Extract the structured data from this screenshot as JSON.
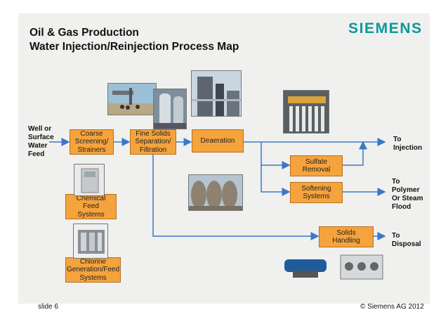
{
  "logo": "SIEMENS",
  "title_line1": "Oil & Gas Production",
  "title_line2": "Water Injection/Reinjection Process Map",
  "source_label": "Well or\nSurface\nWater\nFeed",
  "boxes": {
    "coarse": "Coarse\nScreening/\nStrainers",
    "fine": "Fine Solids\nSeparation/\nFiltration",
    "deaeration": "Deaeration",
    "sulfate": "Sulfate\nRemoval",
    "softening": "Softening\nSystems",
    "solids": "Solids\nHandling",
    "chemical": "Chemical\nFeed\nSystems",
    "chlorine": "Chlorine\nGeneration/Feed\nSystems"
  },
  "outputs": {
    "injection": "To\nInjection",
    "polymer": "To\nPolymer\nOr Steam\nFlood",
    "disposal": "To\nDisposal"
  },
  "footer_left": "slide 6",
  "footer_right": "© Siemens AG 2012",
  "colors": {
    "box": "#f5a33c",
    "line": "#3a78c8",
    "logo": "#0a9a9a"
  }
}
